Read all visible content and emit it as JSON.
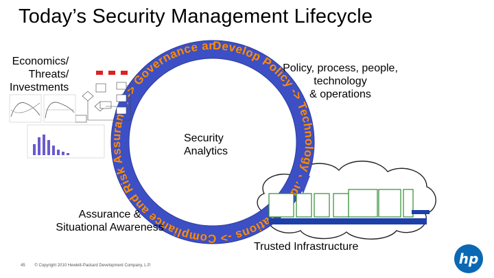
{
  "title": "Today’s Security Management Lifecycle",
  "labels": {
    "economics": [
      "Economics/",
      "Threats/",
      "Investments"
    ],
    "policy": [
      "Policy, process, people,",
      "technology",
      "& operations"
    ],
    "analytics": [
      "Security",
      "Analytics"
    ],
    "assurance": [
      "Assurance &",
      "Situational Awareness"
    ],
    "trusted": "Trusted Infrastructure"
  },
  "cycle_text": "Develop Policy -> Technology and Operations -> Compliance and Risk Assurance -> Governance and Risk ->",
  "colors": {
    "cycle_band": "#3d4fc4",
    "cycle_text": "#ff8c00",
    "green_box": "#2f8b2f",
    "blue_box": "#1d3fa8",
    "hp_blue": "#0a68b4",
    "cloud_stroke": "#222222"
  },
  "footer": {
    "page": "45",
    "copyright": "© Copyright 2010 Hewlett-Packard Development Company, L.P."
  },
  "logo": "hp"
}
